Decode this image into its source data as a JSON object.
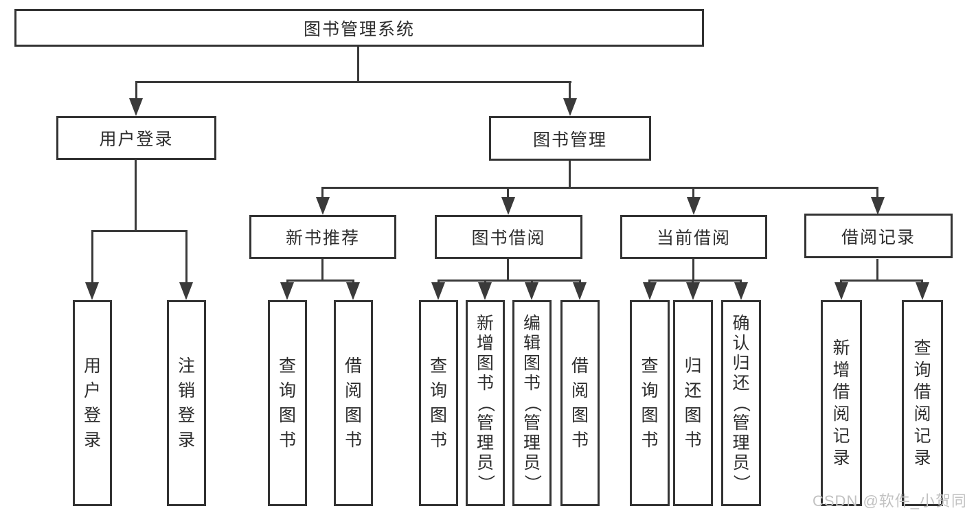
{
  "root": {
    "label": "图书管理系统"
  },
  "level2": {
    "user_login": {
      "label": "用户登录"
    },
    "book_mgmt": {
      "label": "图书管理"
    }
  },
  "level3": {
    "new_book_rec": {
      "label": "新书推荐"
    },
    "book_borrow": {
      "label": "图书借阅"
    },
    "current_borrow": {
      "label": "当前借阅"
    },
    "borrow_records": {
      "label": "借阅记录"
    }
  },
  "leaves": {
    "login": {
      "label": "用户登录"
    },
    "logout": {
      "label": "注销登录"
    },
    "rec_query_book": {
      "label": "查询图书"
    },
    "rec_borrow_book": {
      "label": "借阅图书"
    },
    "bor_query_book": {
      "label": "查询图书"
    },
    "bor_add_book": {
      "label": "新增图书（管理员）"
    },
    "bor_edit_book": {
      "label": "编辑图书（管理员）"
    },
    "bor_borrow_book": {
      "label": "借阅图书"
    },
    "cur_query_book": {
      "label": "查询图书"
    },
    "cur_return_book": {
      "label": "归还图书"
    },
    "cur_confirm_return": {
      "label": "确认归还（管理员）"
    },
    "log_add_record": {
      "label": "新增借阅记录"
    },
    "log_query_record": {
      "label": "查询借阅记录"
    }
  },
  "watermark": {
    "label": "CSDN @软件_小贺同学"
  },
  "colors": {
    "line": "#3a3a3a",
    "border": "#333333",
    "text": "#2d2d2d",
    "background": "#ffffff",
    "watermark": "#c2c2c2"
  }
}
